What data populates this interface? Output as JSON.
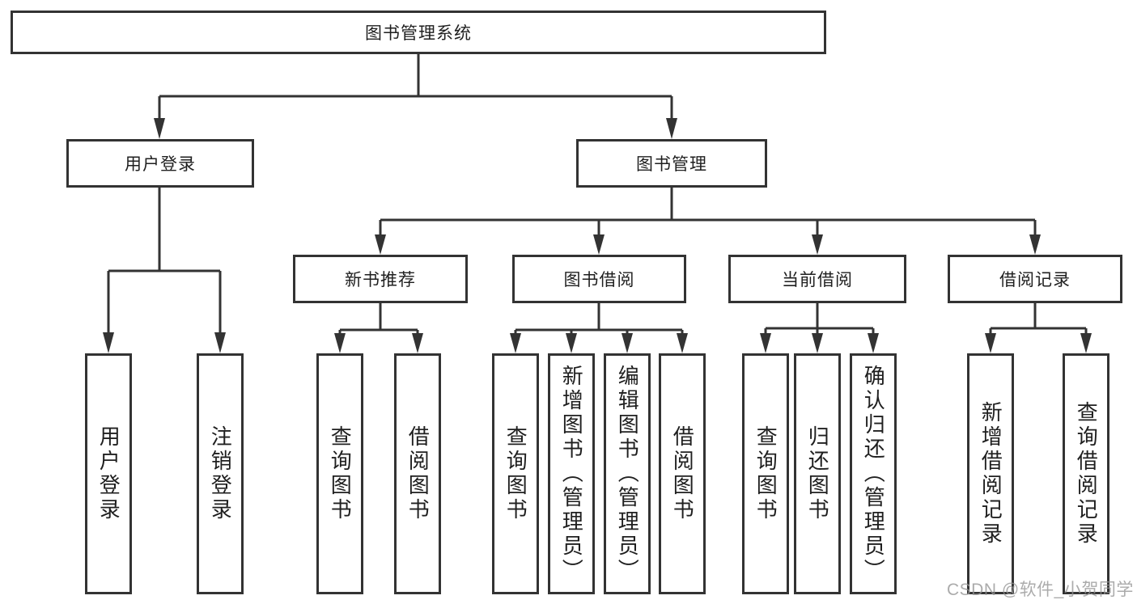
{
  "diagram": {
    "title": "图书管理系统",
    "level2": [
      {
        "label": "用户登录"
      },
      {
        "label": "图书管理"
      }
    ],
    "level3": [
      {
        "label": "新书推荐",
        "parent": "图书管理"
      },
      {
        "label": "图书借阅",
        "parent": "图书管理"
      },
      {
        "label": "当前借阅",
        "parent": "图书管理"
      },
      {
        "label": "借阅记录",
        "parent": "图书管理"
      }
    ],
    "level4": [
      {
        "label": "用户登录",
        "parent": "用户登录"
      },
      {
        "label": "注销登录",
        "parent": "用户登录"
      },
      {
        "label": "查询图书",
        "parent": "新书推荐"
      },
      {
        "label": "借阅图书",
        "parent": "新书推荐"
      },
      {
        "label": "查询图书",
        "parent": "图书借阅"
      },
      {
        "label": "新增图书（管理员）",
        "parent": "图书借阅"
      },
      {
        "label": "编辑图书（管理员）",
        "parent": "图书借阅"
      },
      {
        "label": "借阅图书",
        "parent": "图书借阅"
      },
      {
        "label": "查询图书",
        "parent": "当前借阅"
      },
      {
        "label": "归还图书",
        "parent": "当前借阅"
      },
      {
        "label": "确认归还（管理员）",
        "parent": "当前借阅"
      },
      {
        "label": "新增借阅记录",
        "parent": "借阅记录"
      },
      {
        "label": "查询借阅记录",
        "parent": "借阅记录"
      }
    ]
  },
  "watermark": {
    "text": "CSDN @软件_小贺同学"
  },
  "colors": {
    "line": "#333333",
    "text": "#1f1f1f",
    "background": "#ffffff",
    "watermark": "#949494"
  }
}
